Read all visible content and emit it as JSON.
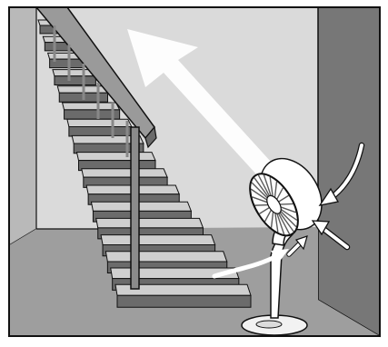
{
  "scene": {
    "subject": "circulator-fan-at-stair-landing",
    "icons": [
      "staircase",
      "handrail",
      "circulator-fan",
      "airflow-arrow"
    ],
    "colors": {
      "wall_back": "#dadada",
      "wall_left": "#b9b9b9",
      "wall_right": "#777777",
      "floor": "#9e9e9e",
      "stair_tread": "#cfcfcf",
      "stair_nosing": "#6b6b6b",
      "stair_side": "#8d8d8d",
      "rail": "#888888",
      "airflow": "#ffffff",
      "outline": "#111111",
      "fan_grille": "#5a5a5a"
    }
  }
}
